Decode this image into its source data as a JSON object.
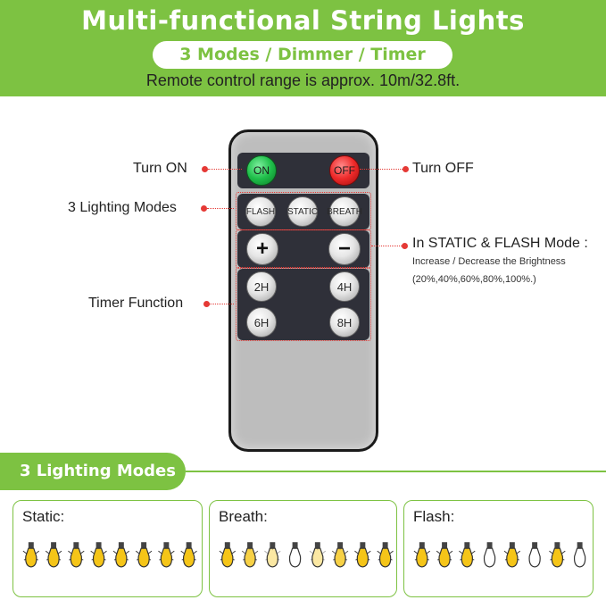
{
  "header": {
    "title": "Multi-functional String Lights",
    "pill": "3 Modes / Dimmer / Timer",
    "subtitle": "Remote control range is approx. 10m/32.8ft."
  },
  "remote": {
    "on_label": "ON",
    "off_label": "OFF",
    "mode_buttons": [
      "FLASH",
      "STATIC",
      "BREATH"
    ],
    "plus_label": "+",
    "minus_label": "−",
    "timer_buttons": [
      "2H",
      "4H",
      "6H",
      "8H"
    ]
  },
  "callouts": {
    "turn_on": "Turn ON",
    "turn_off": "Turn OFF",
    "lighting_modes": "3 Lighting Modes",
    "timer": "Timer Function",
    "dimmer_title": "In STATIC & FLASH Mode :",
    "dimmer_line1": "Increase / Decrease the Brightness",
    "dimmer_line2": "(20%,40%,60%,80%,100%.)"
  },
  "modes_section": {
    "heading": "3 Lighting Modes",
    "static_label": "Static:",
    "breath_label": "Breath:",
    "flash_label": "Flash:",
    "static_bulbs": [
      1,
      1,
      1,
      1,
      1,
      1,
      1,
      1
    ],
    "breath_bulbs": [
      1,
      0.8,
      0.4,
      0,
      0.4,
      0.8,
      1,
      1
    ],
    "flash_bulbs": [
      1,
      1,
      1,
      0,
      1,
      0,
      1,
      0
    ]
  },
  "colors": {
    "accent_green": "#7dc242",
    "callout_red": "#e53935",
    "bulb_yellow": "#f5c518",
    "panel_dark": "#2f3039"
  }
}
